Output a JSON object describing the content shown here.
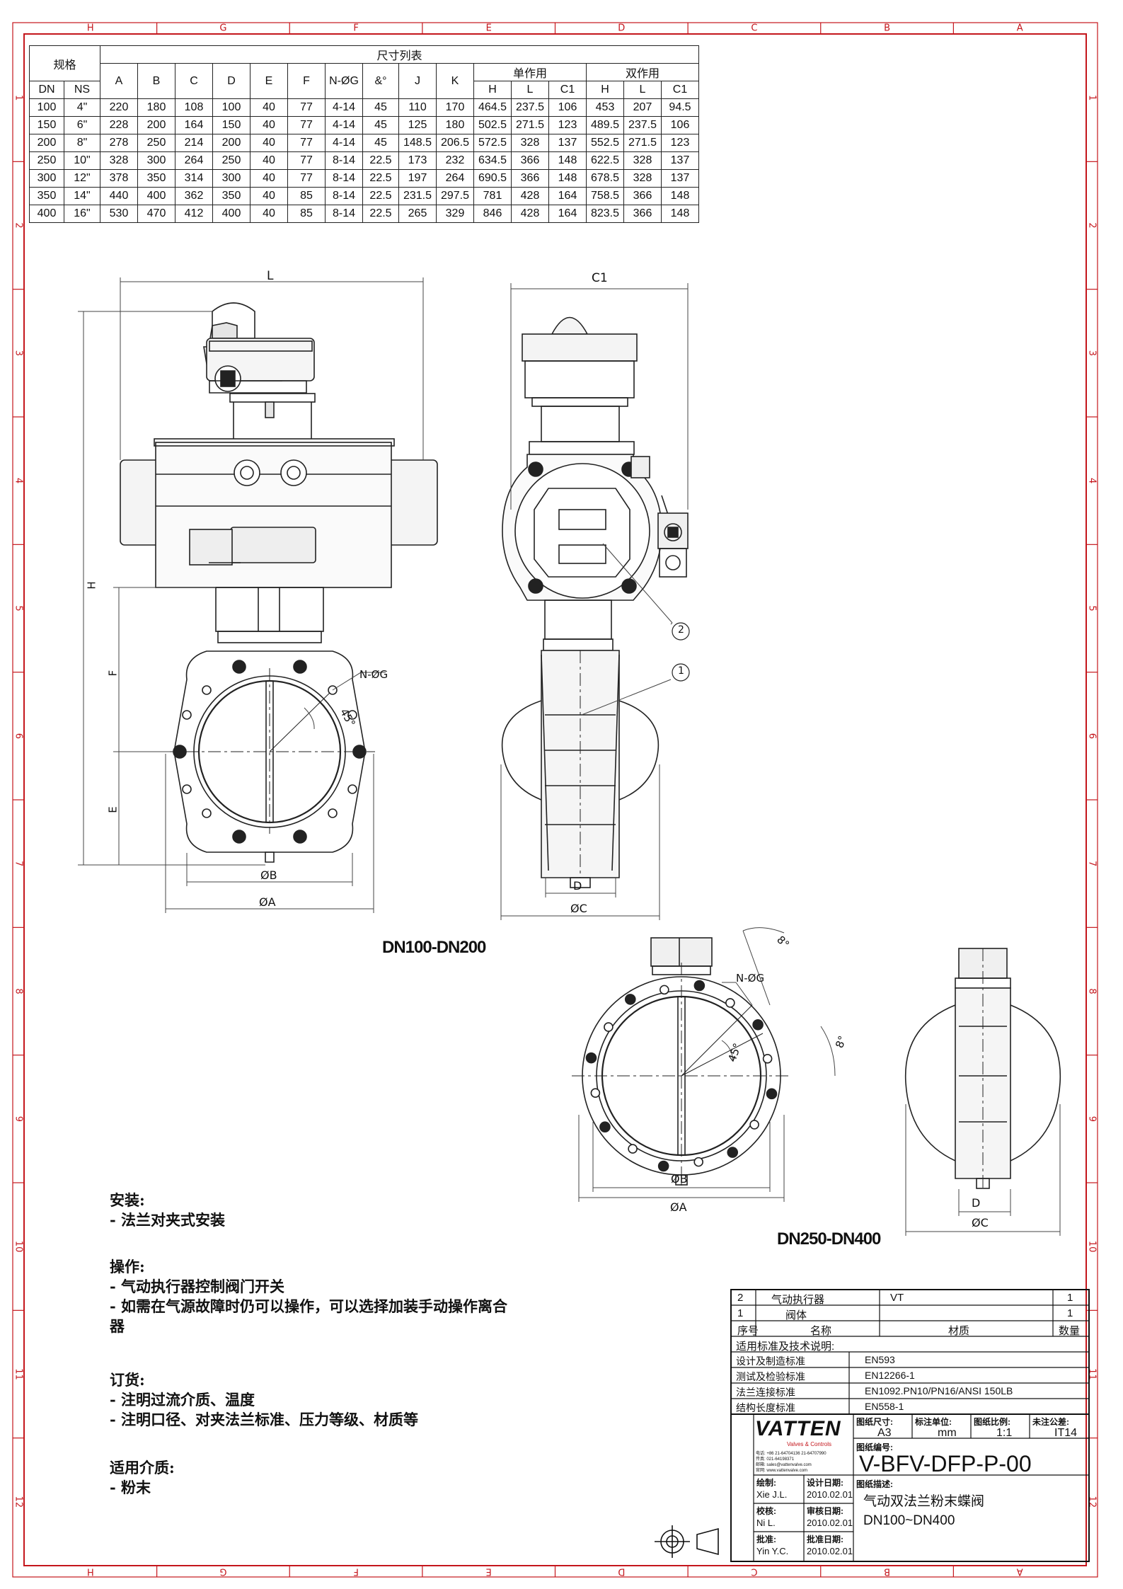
{
  "border": {
    "cols": [
      "H",
      "G",
      "F",
      "E",
      "D",
      "C",
      "B",
      "A"
    ],
    "rows": [
      "1",
      "2",
      "3",
      "4",
      "5",
      "6",
      "7",
      "8",
      "9",
      "10",
      "11",
      "12"
    ]
  },
  "table": {
    "top_left": "规格",
    "top_group": "尺寸列表",
    "single": "单作用",
    "double": "双作用",
    "cols": [
      "DN",
      "NS",
      "A",
      "B",
      "C",
      "D",
      "E",
      "F",
      "N-ØG",
      "&°",
      "J",
      "K",
      "H",
      "L",
      "C1",
      "H",
      "L",
      "C1"
    ],
    "rows": [
      [
        "100",
        "4\"",
        "220",
        "180",
        "108",
        "100",
        "40",
        "77",
        "4-14",
        "45",
        "110",
        "170",
        "464.5",
        "237.5",
        "106",
        "453",
        "207",
        "94.5"
      ],
      [
        "150",
        "6\"",
        "228",
        "200",
        "164",
        "150",
        "40",
        "77",
        "4-14",
        "45",
        "125",
        "180",
        "502.5",
        "271.5",
        "123",
        "489.5",
        "237.5",
        "106"
      ],
      [
        "200",
        "8\"",
        "278",
        "250",
        "214",
        "200",
        "40",
        "77",
        "4-14",
        "45",
        "148.5",
        "206.5",
        "572.5",
        "328",
        "137",
        "552.5",
        "271.5",
        "123"
      ],
      [
        "250",
        "10\"",
        "328",
        "300",
        "264",
        "250",
        "40",
        "77",
        "8-14",
        "22.5",
        "173",
        "232",
        "634.5",
        "366",
        "148",
        "622.5",
        "328",
        "137"
      ],
      [
        "300",
        "12\"",
        "378",
        "350",
        "314",
        "300",
        "40",
        "77",
        "8-14",
        "22.5",
        "197",
        "264",
        "690.5",
        "366",
        "148",
        "678.5",
        "328",
        "137"
      ],
      [
        "350",
        "14\"",
        "440",
        "400",
        "362",
        "350",
        "40",
        "85",
        "8-14",
        "22.5",
        "231.5",
        "297.5",
        "781",
        "428",
        "164",
        "758.5",
        "366",
        "148"
      ],
      [
        "400",
        "16\"",
        "530",
        "470",
        "412",
        "400",
        "40",
        "85",
        "8-14",
        "22.5",
        "265",
        "329",
        "846",
        "428",
        "164",
        "823.5",
        "366",
        "148"
      ]
    ]
  },
  "labels": {
    "L": "L",
    "C1": "C1",
    "H": "H",
    "F": "F",
    "E": "E",
    "B": "ØB",
    "A": "ØA",
    "D": "D",
    "C": "ØC",
    "NG": "N-ØG",
    "deg45": "45°",
    "deg8": "8°",
    "b1": "1",
    "b2": "2",
    "dn1": "DN100-DN200",
    "dn2": "DN250-DN400"
  },
  "notes": [
    {
      "head": "安装:",
      "lines": [
        "- 法兰对夹式安装"
      ]
    },
    {
      "head": "操作:",
      "lines": [
        "- 气动执行器控制阀门开关",
        "- 如需在气源故障时仍可以操作，可以选择加装手动操作离合",
        "器"
      ]
    },
    {
      "head": "订货:",
      "lines": [
        "- 注明过流介质、温度",
        "- 注明口径、对夹法兰标准、压力等级、材质等"
      ]
    },
    {
      "head": "适用介质:",
      "lines": [
        "- 粉末"
      ]
    }
  ],
  "bom": {
    "rows": [
      [
        "2",
        "气动执行器",
        "VT",
        "1"
      ],
      [
        "1",
        "阀体",
        "",
        "1"
      ]
    ],
    "header": [
      "序号",
      "名称",
      "材质",
      "数量"
    ],
    "std_title": "适用标准及技术说明:",
    "std": [
      [
        "设计及制造标准",
        "EN593"
      ],
      [
        "测试及检验标准",
        "EN12266-1"
      ],
      [
        "法兰连接标准",
        "EN1092.PN10/PN16/ANSI 150LB"
      ],
      [
        "结构长度标准",
        "EN558-1"
      ]
    ]
  },
  "tb": {
    "logo": "VATTEN",
    "logo_sub": "Valves & Controls",
    "contact": [
      "电话: +86 21-64704136 21-64707990",
      "传真: 021-64198371",
      "邮箱: sales@vattenvalve.com",
      "官网: www.vattenvalve.com"
    ],
    "size_l": "图纸尺寸:",
    "size": "A3",
    "unit_l": "标注单位:",
    "unit": "mm",
    "scale_l": "图纸比例:",
    "scale": "1:1",
    "tol_l": "未注公差:",
    "tol": "IT14",
    "no_l": "图纸编号:",
    "no": "V-BFV-DFP-P-00",
    "desc_l": "图纸描述:",
    "desc1": "气动双法兰粉末蝶阀",
    "desc2": "DN100~DN400",
    "drawn_l": "绘制:",
    "drawn": "Xie J.L.",
    "ddate_l": "设计日期:",
    "ddate": "2010.02.01",
    "chk_l": "校核:",
    "chk": "Ni L.",
    "cdate_l": "审核日期:",
    "cdate": "2010.02.01",
    "app_l": "批准:",
    "app": "Yin Y.C.",
    "adate_l": "批准日期:",
    "adate": "2010.02.01"
  },
  "colors": {
    "border": "#c4161c",
    "line": "#222222",
    "dim": "#444444"
  }
}
